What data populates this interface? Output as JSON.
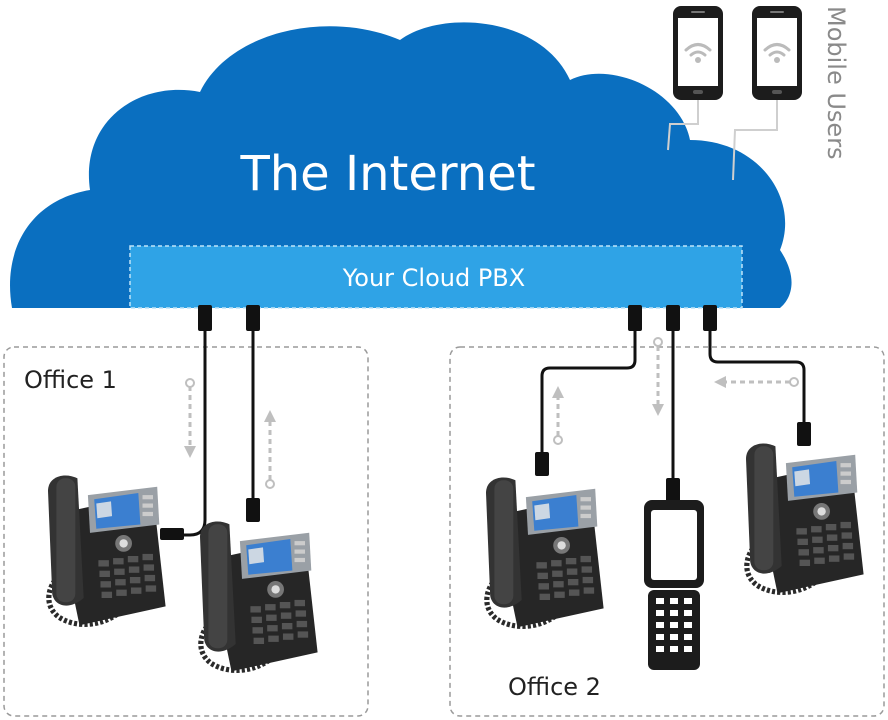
{
  "cloud": {
    "title": "The Internet",
    "color": "#0a6fc0"
  },
  "pbx": {
    "label": "Your Cloud PBX",
    "color": "#2fa3e6"
  },
  "mobile": {
    "label": "Mobile Users"
  },
  "offices": [
    {
      "label": "Office 1"
    },
    {
      "label": "Office 2"
    }
  ],
  "colors": {
    "line": "#111111",
    "arrow": "#bfbfbf",
    "office_border": "#9a9a9a",
    "device_dark": "#1c1c1c"
  }
}
